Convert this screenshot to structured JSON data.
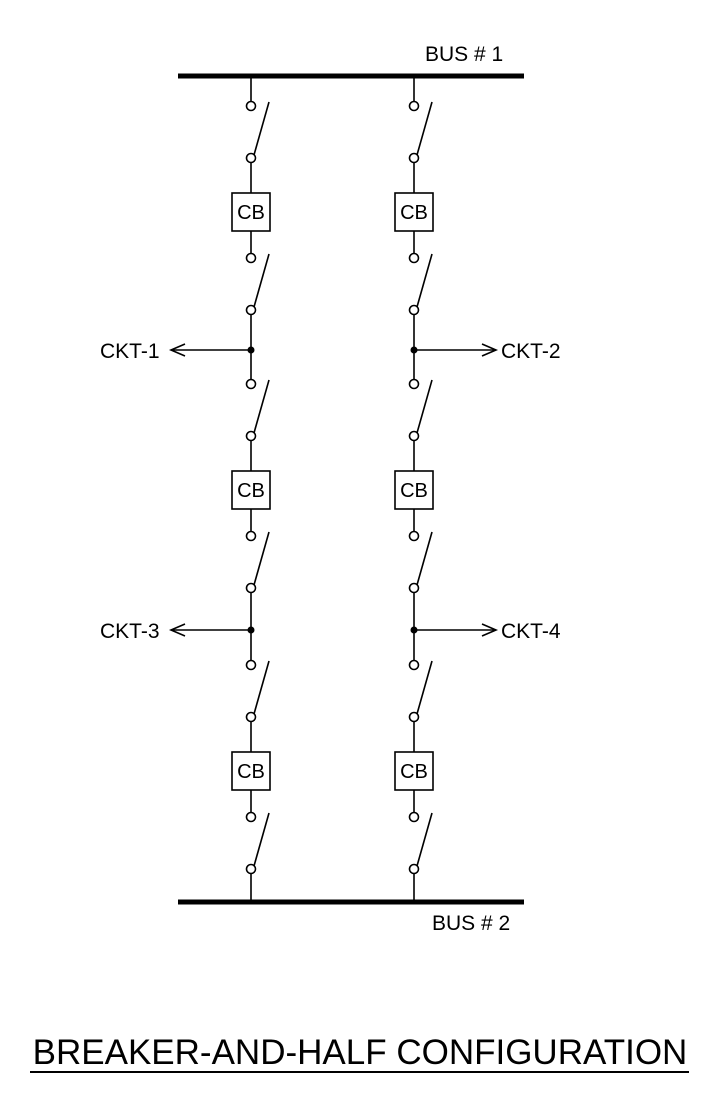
{
  "title": "BREAKER-AND-HALF CONFIGURATION",
  "buses": [
    {
      "label": "BUS # 1"
    },
    {
      "label": "BUS # 2"
    }
  ],
  "breaker_label": "CB",
  "circuits": [
    {
      "label": "CKT-1",
      "bay": 0,
      "level": 1,
      "direction": "left"
    },
    {
      "label": "CKT-2",
      "bay": 1,
      "level": 1,
      "direction": "right"
    },
    {
      "label": "CKT-3",
      "bay": 0,
      "level": 2,
      "direction": "left"
    },
    {
      "label": "CKT-4",
      "bay": 1,
      "level": 2,
      "direction": "right"
    }
  ],
  "bays": [
    {
      "breakers": 3
    },
    {
      "breakers": 3
    }
  ]
}
